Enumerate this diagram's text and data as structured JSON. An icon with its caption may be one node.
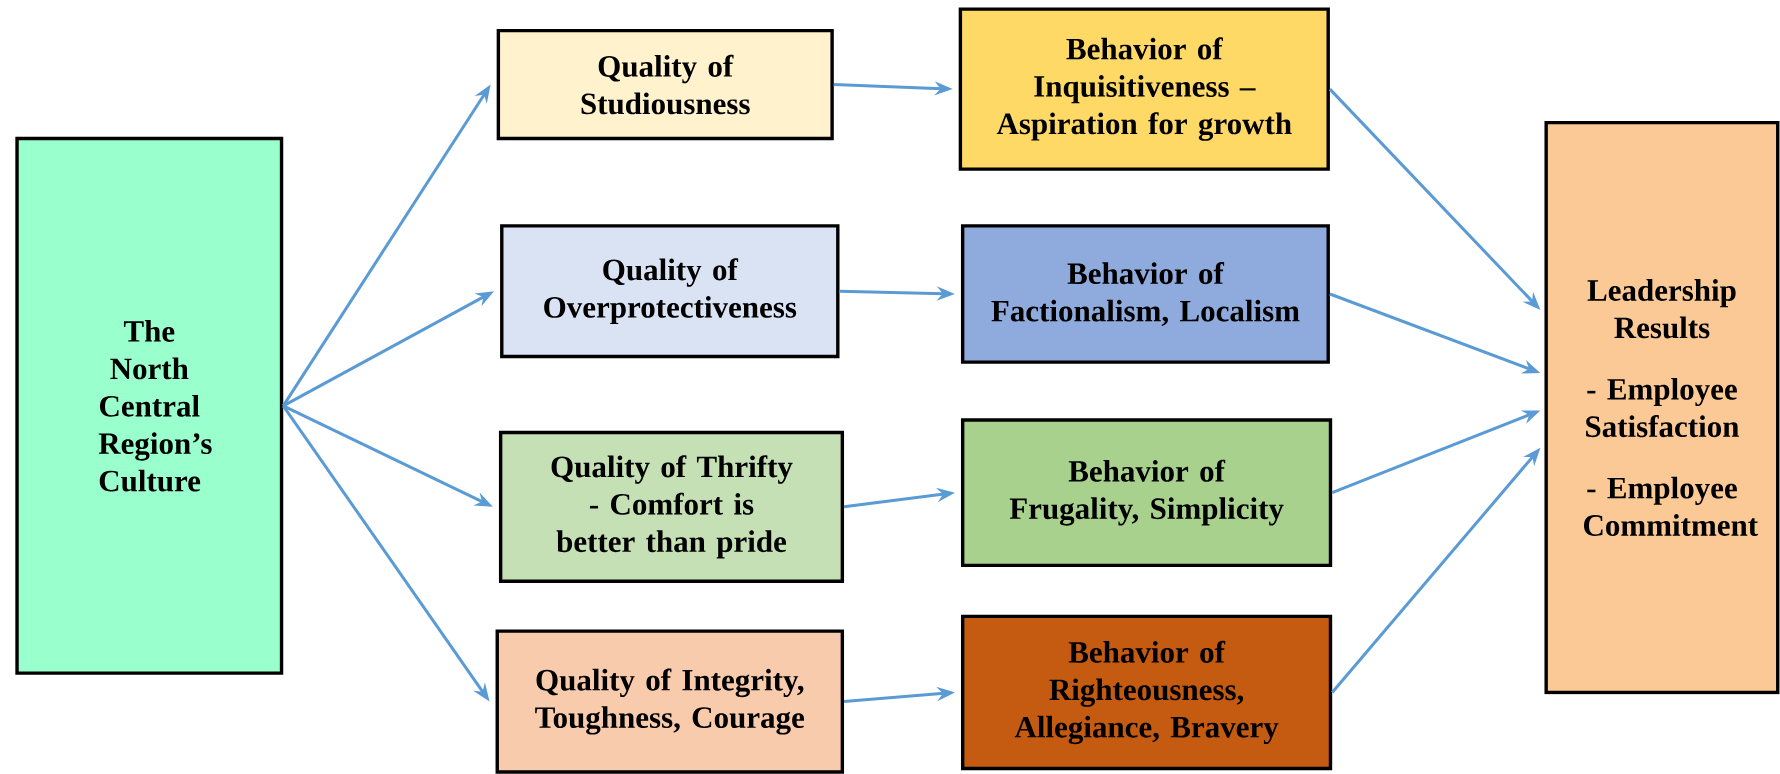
{
  "diagram": {
    "nodes": [
      {
        "text": [
          "The North Central Region’s Culture"
        ]
      },
      {
        "text": [
          "Quality of Studiousness"
        ]
      },
      {
        "text": [
          "Behavior of Inquisitiveness – Aspiration for growth"
        ]
      },
      {
        "text": [
          "Quality of Overprotectiveness"
        ]
      },
      {
        "text": [
          "Behavior of Factionalism, Localism"
        ]
      },
      {
        "text": [
          "Quality of Thrifty - Comfort is better than pride"
        ]
      },
      {
        "text": [
          "Behavior of Frugality, Simplicity"
        ]
      },
      {
        "text": [
          "Quality of Integrity, Toughness, Courage"
        ]
      },
      {
        "text": [
          "Behavior of Righteousness, Allegiance, Bravery"
        ]
      },
      {
        "text": [
          "Leadership Results",
          "- Employee Satisfaction",
          "- Employee Commitment"
        ]
      }
    ],
    "edges": [
      {
        "from": 0,
        "to": 1,
        "arrow": "to"
      },
      {
        "from": 0,
        "to": 3,
        "arrow": "to"
      },
      {
        "from": 0,
        "to": 5,
        "arrow": "to"
      },
      {
        "from": 0,
        "to": 7,
        "arrow": "to"
      },
      {
        "from": 1,
        "to": 2,
        "arrow": "to"
      },
      {
        "from": 3,
        "to": 4,
        "arrow": "to"
      },
      {
        "from": 5,
        "to": 6,
        "arrow": "to"
      },
      {
        "from": 7,
        "to": 8,
        "arrow": "to"
      },
      {
        "from": 2,
        "to": 9,
        "arrow": "to"
      },
      {
        "from": 4,
        "to": 9,
        "arrow": "to"
      },
      {
        "from": 6,
        "to": 9,
        "arrow": "to"
      },
      {
        "from": 8,
        "to": 9,
        "arrow": "to"
      }
    ]
  }
}
